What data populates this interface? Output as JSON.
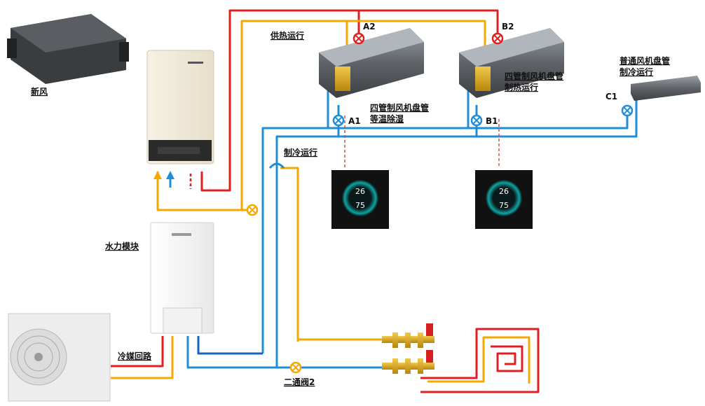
{
  "labels": {
    "fresh_air": "新风",
    "heating_run": "供热运行",
    "cooling_run": "制冷运行",
    "hydro_module": "水力模块",
    "refrigerant_loop": "冷媒回路",
    "two_way_valve": "二通阀2",
    "fcu_a_title_1": "四管制风机盘管",
    "fcu_a_title_2": "等温除湿",
    "fcu_b_title_1": "四管制风机盘管",
    "fcu_b_title_2": "制热运行",
    "fcu_c_title_1": "普通风机盘管",
    "fcu_c_title_2": "制冷运行"
  },
  "valves": {
    "a1": "A1",
    "a2": "A2",
    "b1": "B1",
    "b2": "B2",
    "c1": "C1"
  },
  "thermostat": {
    "temp": "26",
    "humidity": "75"
  },
  "colors": {
    "red_pipe": "#e02020",
    "orange_pipe": "#f5a800",
    "blue_pipe": "#1e8fd6",
    "dark_blue_pipe": "#1565c0",
    "valve_red": "#e02020",
    "valve_blue": "#1e8fd6",
    "valve_orange": "#f5a800"
  }
}
